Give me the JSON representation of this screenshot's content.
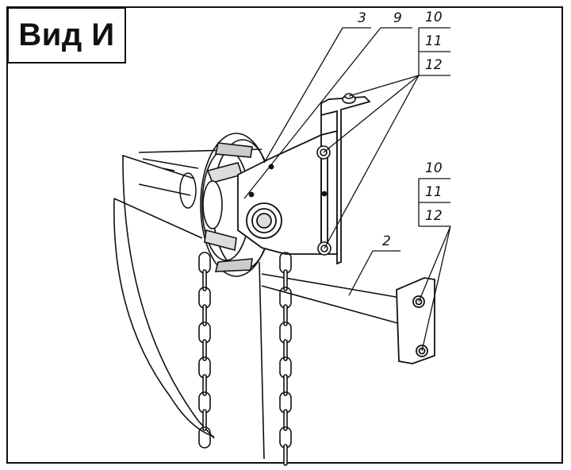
{
  "view_title": "Вид И",
  "callouts": {
    "c3": "3",
    "c9": "9",
    "c10a": "10",
    "c11a": "11",
    "c12a": "12",
    "c2": "2",
    "c10b": "10",
    "c11b": "11",
    "c12b": "12"
  }
}
